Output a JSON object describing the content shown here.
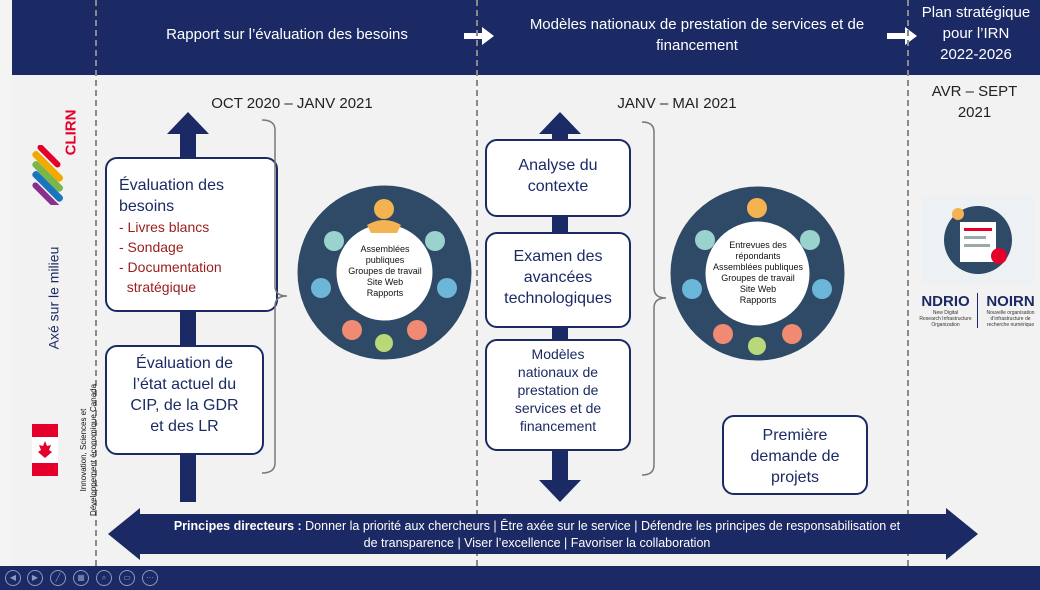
{
  "header": {
    "stage1": "Rapport sur l’évaluation des besoins",
    "stage2_line1": "Modèles nationaux de prestation de services et de",
    "stage2_line2": "financement",
    "stage3_line1": "Plan stratégique",
    "stage3_line2": "pour l’IRN",
    "stage3_line3": "2022-2026"
  },
  "periods": {
    "p1": "OCT 2020 – JANV 2021",
    "p2": "JANV – MAI 2021",
    "p3_line1": "AVR – SEPT",
    "p3_line2": "2021"
  },
  "left_labels": {
    "clirn": "CLIRN",
    "axis": "Axé sur le milieu",
    "ised_line1": "Innovation, Sciences et",
    "ised_line2": "Développement économique Canada"
  },
  "col1": {
    "box1_title1": "Évaluation des",
    "box1_title2": "besoins",
    "box1_items": [
      "- Livres blancs",
      "- Sondage",
      "- Documentation",
      "  stratégique"
    ],
    "box2_lines": [
      "Évaluation de",
      "l’état actuel du",
      "CIP, de la GDR",
      "et des LR"
    ],
    "circle_lines": [
      "Assemblées",
      "publiques",
      "Groupes de travail",
      "Site Web",
      "Rapports"
    ]
  },
  "col2": {
    "box1_lines": [
      "Analyse du",
      "contexte"
    ],
    "box2_lines": [
      "Examen des",
      "avancées",
      "technologiques"
    ],
    "box3_lines": [
      "Modèles",
      "nationaux de",
      "prestation de",
      "services et de",
      "financement"
    ],
    "box4_lines": [
      "Première",
      "demande de",
      "projets"
    ],
    "circle_lines": [
      "Entrevues des",
      "répondants",
      "Assemblées publiques",
      "Groupes de travail",
      "Site Web",
      "Rapports"
    ]
  },
  "col3": {
    "ndrio": "NDRIO",
    "noirn": "NOIRN",
    "ndrio_sub1": "New Digital",
    "ndrio_sub2": "Research Infrastructure",
    "ndrio_sub3": "Organization",
    "noirn_sub1": "Nouvelle organisation",
    "noirn_sub2": "d’infrastructure de",
    "noirn_sub3": "recherche numérique"
  },
  "principles": {
    "label": "Principes directeurs :",
    "text1": " Donner la priorité aux chercheurs | Être axée sur le service | Défendre les principes de responsabilisation et",
    "text2": "de transparence | Viser l’excellence | Favoriser la collaboration"
  },
  "colors": {
    "navy": "#1b2a64",
    "red": "#9b1c1c",
    "accent_red": "#e4002b"
  },
  "controls": [
    "back-icon",
    "forward-icon",
    "pen-icon",
    "slides-icon",
    "zoom-icon",
    "subtitles-icon",
    "more-icon"
  ]
}
